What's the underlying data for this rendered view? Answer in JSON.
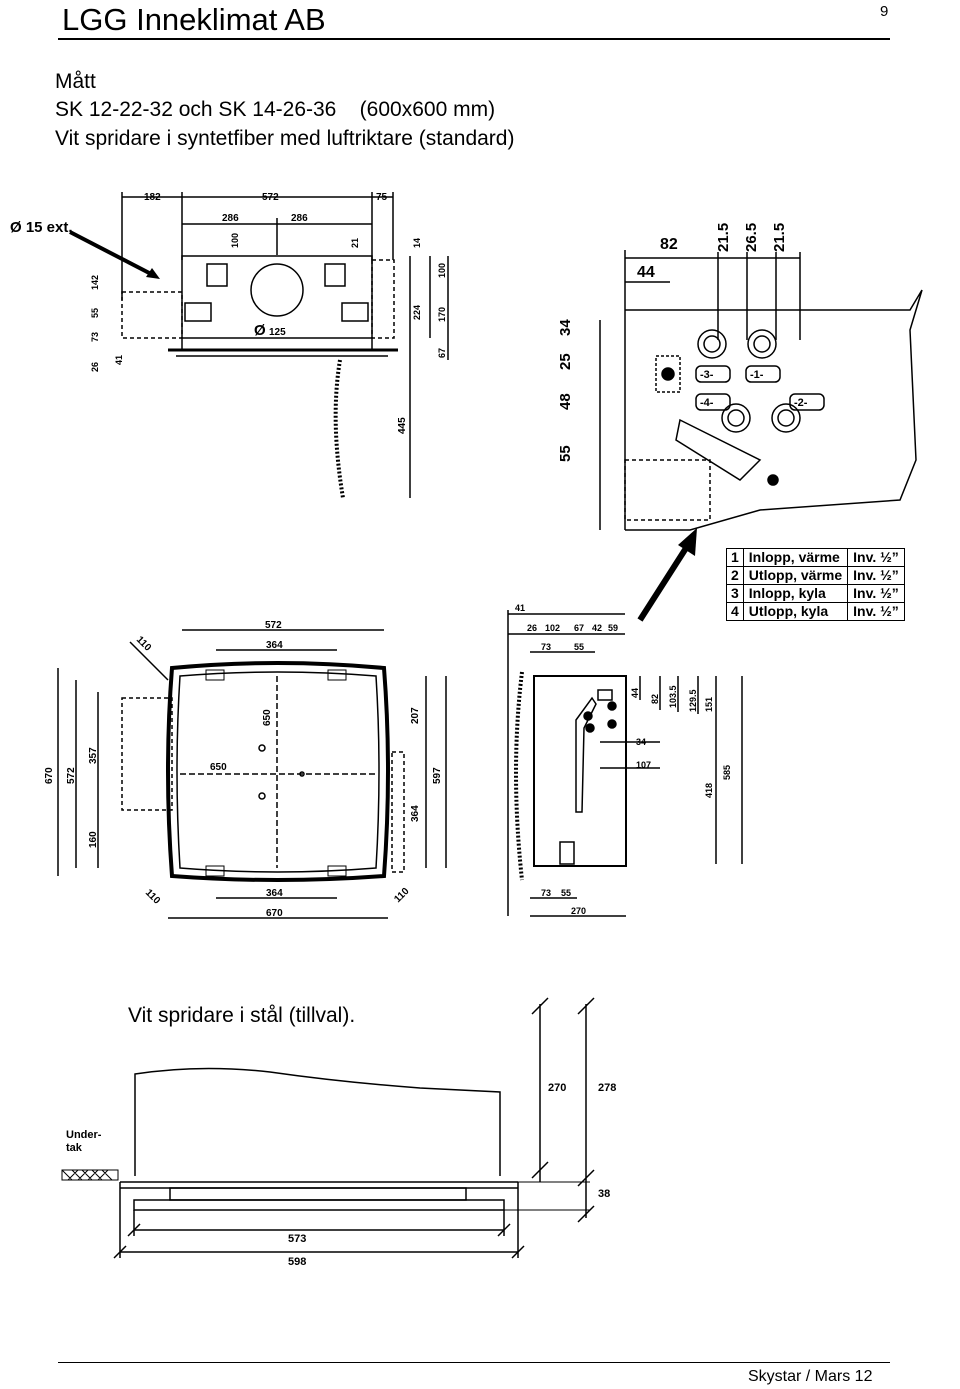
{
  "header": {
    "company": "LGG Inneklimat AB",
    "page_number": "9"
  },
  "title_block": {
    "line1": "Mått",
    "line2": "SK 12-22-32 och SK 14-26-36    (600x600 mm)",
    "line3": "Vit spridare i syntetfiber med luftriktare (standard)"
  },
  "top_left": {
    "ext_label": "Ø 15 ext.",
    "duct_label": "Ø",
    "duct_diameter": "125",
    "dims_top": [
      "182",
      "572",
      "75"
    ],
    "dims_second": [
      "286",
      "286"
    ],
    "dims_vertical": [
      "100",
      "21",
      "14",
      "100",
      "142",
      "55",
      "73",
      "224",
      "170",
      "26",
      "41",
      "67",
      "445"
    ]
  },
  "top_right": {
    "dims": [
      "82",
      "21.5",
      "26.5",
      "21.5",
      "44",
      "34",
      "25",
      "48",
      "55"
    ]
  },
  "connections": [
    {
      "no": "1",
      "name": "Inlopp, värme",
      "thread": "Inv. ½”"
    },
    {
      "no": "2",
      "name": "Utlopp, värme",
      "thread": "Inv. ½”"
    },
    {
      "no": "3",
      "name": "Inlopp,  kyla",
      "thread": "Inv. ½”"
    },
    {
      "no": "4",
      "name": "Utlopp,  kyla",
      "thread": "Inv. ½”"
    }
  ],
  "port_markers": [
    "-3-",
    "-1-",
    "-4-",
    "-2-"
  ],
  "middle_left": {
    "dims": [
      "110",
      "572",
      "364",
      "650",
      "207",
      "650",
      "670",
      "572",
      "357",
      "597",
      "160",
      "364",
      "110",
      "364",
      "670",
      "110"
    ]
  },
  "middle_right": {
    "dims": [
      "41",
      "26",
      "102",
      "67",
      "42",
      "59",
      "73",
      "55",
      "44",
      "82",
      "103.5",
      "129.5",
      "151",
      "34",
      "107",
      "585",
      "418",
      "73",
      "55",
      "270"
    ]
  },
  "steel": {
    "title": "Vit spridare i stål (tillval).",
    "ceiling_label_1": "Under-",
    "ceiling_label_2": "tak",
    "dims": [
      "270",
      "278",
      "38",
      "573",
      "598"
    ]
  },
  "footer": {
    "text": "Skystar / Mars 12"
  }
}
